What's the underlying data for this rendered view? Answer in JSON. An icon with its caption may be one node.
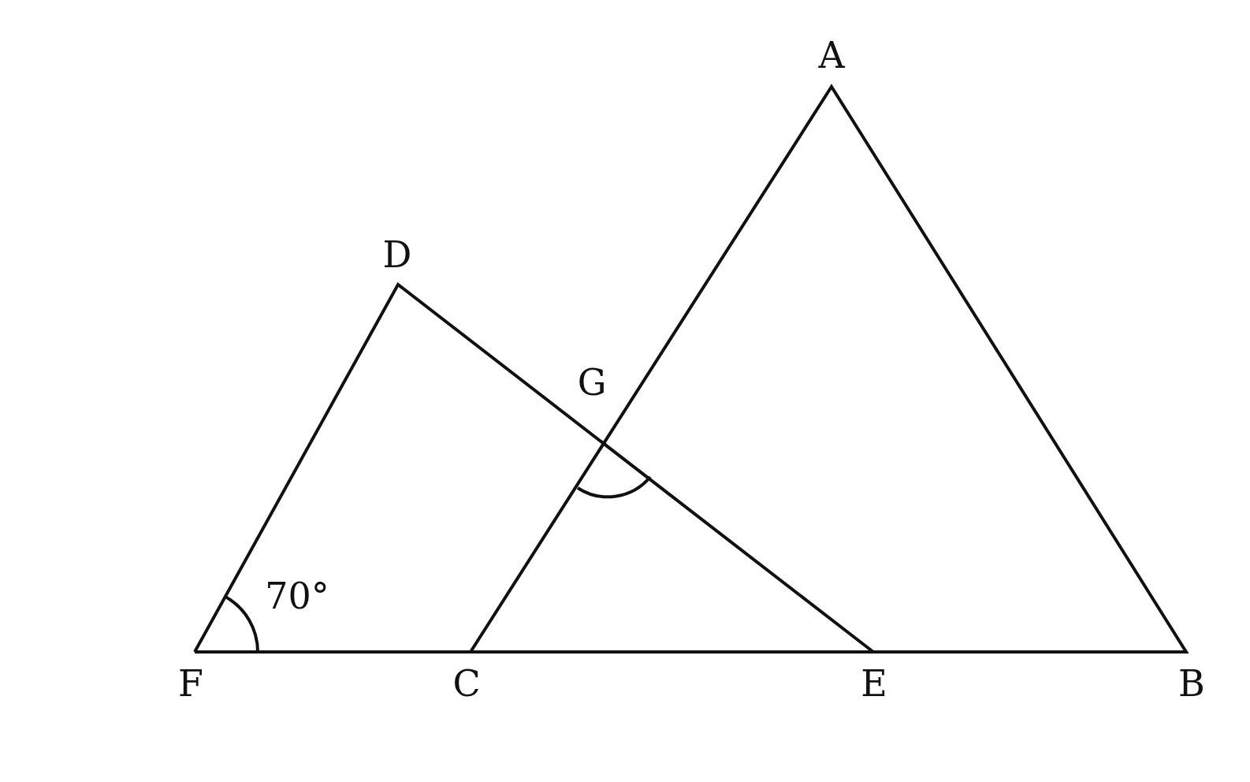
{
  "diagram": {
    "labels": [
      "A",
      "D",
      "G",
      "70°",
      "F",
      "C",
      "E",
      "B"
    ]
  }
}
